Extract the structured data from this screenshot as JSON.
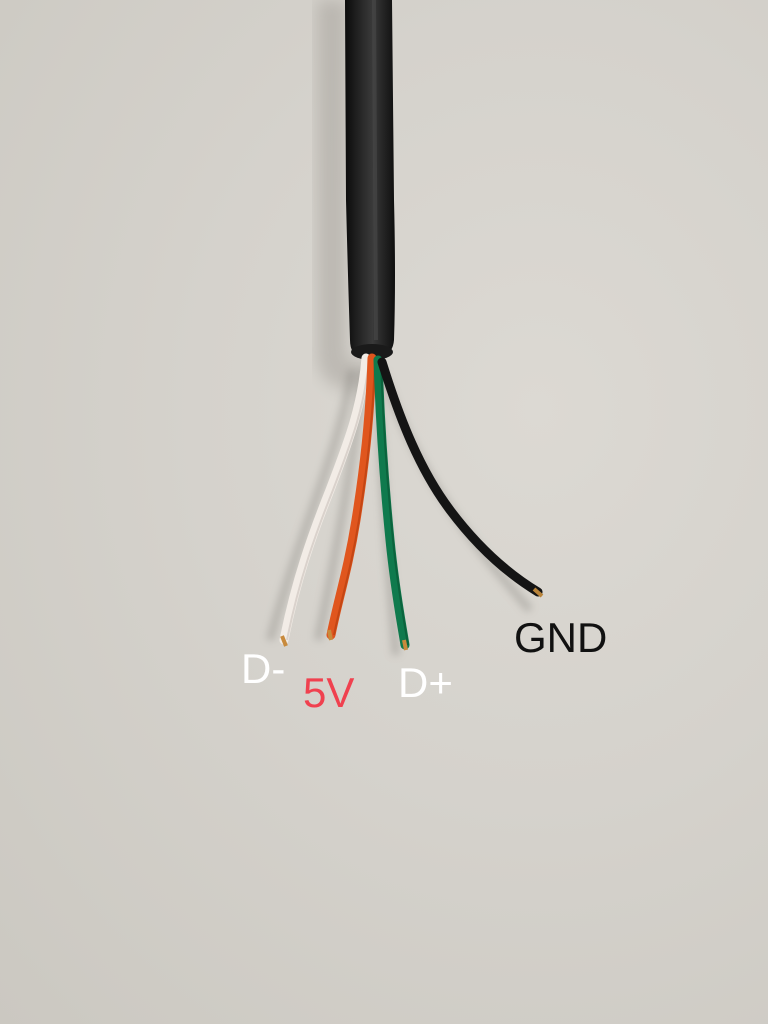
{
  "photo": {
    "subject": "four-wire-cable-stripped-end",
    "background_color": "#d6d3cd"
  },
  "wires": [
    {
      "id": "d-minus",
      "wire_color": "#f2ece6",
      "label": "D-",
      "label_color": "#ffffff"
    },
    {
      "id": "5v",
      "wire_color": "#e0561e",
      "label": "5V",
      "label_color": "#f0414f"
    },
    {
      "id": "d-plus",
      "wire_color": "#0f7a4d",
      "label": "D+",
      "label_color": "#ffffff"
    },
    {
      "id": "gnd",
      "wire_color": "#141414",
      "label": "GND",
      "label_color": "#111111"
    }
  ]
}
